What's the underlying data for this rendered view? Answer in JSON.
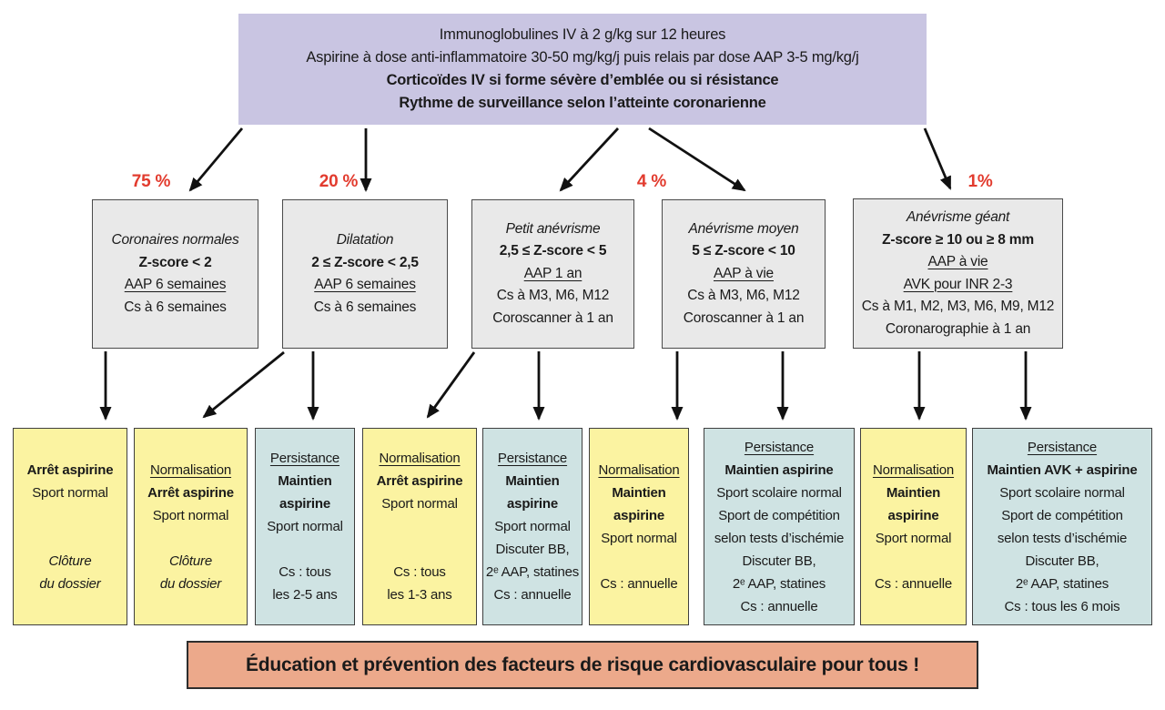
{
  "colors": {
    "purple": "#c9c5e2",
    "gray": "#e9e9e9",
    "yellow": "#fbf3a1",
    "blue": "#cfe3e3",
    "salmon": "#eca98b",
    "red": "#e23b2e",
    "arrow": "#111111"
  },
  "treatment_box": {
    "lines": [
      {
        "text": "Immunoglobulines IV à 2 g/kg sur 12 heures",
        "style": "normal"
      },
      {
        "text": "Aspirine à dose anti-inflammatoire 30-50 mg/kg/j puis relais par dose AAP 3-5 mg/kg/j",
        "style": "normal"
      },
      {
        "text": "Corticoïdes IV si forme sévère d’emblée ou si résistance",
        "style": "bold"
      },
      {
        "text": "Rythme de surveillance selon l’atteinte coronarienne",
        "style": "bold"
      }
    ]
  },
  "branch_percentages": [
    {
      "label": "75 %"
    },
    {
      "label": "20 %"
    },
    {
      "label": "4 %"
    },
    {
      "label": "1%"
    }
  ],
  "severity_boxes": [
    {
      "lines": [
        {
          "text": "Coronaires normales",
          "style": "italic"
        },
        {
          "text": "Z-score < 2",
          "style": "bold"
        },
        {
          "text": "AAP 6 semaines",
          "style": "underline"
        },
        {
          "text": "Cs à 6 semaines",
          "style": "normal"
        }
      ]
    },
    {
      "lines": [
        {
          "text": "Dilatation",
          "style": "italic"
        },
        {
          "text": "2 ≤ Z-score < 2,5",
          "style": "bold"
        },
        {
          "text": "AAP 6 semaines",
          "style": "underline"
        },
        {
          "text": "Cs à 6 semaines",
          "style": "normal"
        }
      ]
    },
    {
      "lines": [
        {
          "text": "Petit anévrisme",
          "style": "italic"
        },
        {
          "text": "2,5 ≤ Z-score < 5",
          "style": "bold"
        },
        {
          "text": "AAP 1 an",
          "style": "underline"
        },
        {
          "text": "Cs à M3, M6, M12",
          "style": "normal"
        },
        {
          "text": "Coroscanner à 1 an",
          "style": "normal"
        }
      ]
    },
    {
      "lines": [
        {
          "text": "Anévrisme moyen",
          "style": "italic"
        },
        {
          "text": "5 ≤ Z-score < 10",
          "style": "bold"
        },
        {
          "text": "AAP à vie",
          "style": "underline"
        },
        {
          "text": "Cs à M3, M6, M12",
          "style": "normal"
        },
        {
          "text": "Coroscanner à 1 an",
          "style": "normal"
        }
      ]
    },
    {
      "lines": [
        {
          "text": "Anévrisme géant",
          "style": "italic"
        },
        {
          "text": "Z-score ≥ 10 ou ≥ 8 mm",
          "style": "bold"
        },
        {
          "text": "AAP à vie",
          "style": "underline"
        },
        {
          "text": "AVK pour INR 2-3",
          "style": "underline"
        },
        {
          "text": "Cs à M1, M2, M3, M6, M9, M12",
          "style": "normal"
        },
        {
          "text": "Coronarographie à 1 an",
          "style": "normal"
        }
      ]
    }
  ],
  "outcome_boxes": [
    {
      "color": "yellow",
      "lines": [
        {
          "text": "Arrêt aspirine",
          "style": "bold"
        },
        {
          "text": "Sport normal",
          "style": "normal"
        },
        {
          "text": "",
          "style": "spacer"
        },
        {
          "text": "",
          "style": "spacer"
        },
        {
          "text": "Clôture",
          "style": "italic"
        },
        {
          "text": "du dossier",
          "style": "italic"
        }
      ]
    },
    {
      "color": "yellow",
      "lines": [
        {
          "text": "Normalisation",
          "style": "underline"
        },
        {
          "text": "Arrêt aspirine",
          "style": "bold"
        },
        {
          "text": "Sport normal",
          "style": "normal"
        },
        {
          "text": "",
          "style": "spacer"
        },
        {
          "text": "Clôture",
          "style": "italic"
        },
        {
          "text": "du dossier",
          "style": "italic"
        }
      ]
    },
    {
      "color": "blue",
      "lines": [
        {
          "text": "Persistance",
          "style": "underline"
        },
        {
          "text": "Maintien",
          "style": "bold"
        },
        {
          "text": "aspirine",
          "style": "bold"
        },
        {
          "text": "Sport normal",
          "style": "normal"
        },
        {
          "text": "",
          "style": "spacer"
        },
        {
          "text": "Cs : tous",
          "style": "normal"
        },
        {
          "text": "les 2-5 ans",
          "style": "normal"
        }
      ]
    },
    {
      "color": "yellow",
      "lines": [
        {
          "text": "Normalisation",
          "style": "underline"
        },
        {
          "text": "Arrêt aspirine",
          "style": "bold"
        },
        {
          "text": "Sport normal",
          "style": "normal"
        },
        {
          "text": "",
          "style": "spacer"
        },
        {
          "text": "",
          "style": "spacer"
        },
        {
          "text": "Cs : tous",
          "style": "normal"
        },
        {
          "text": "les 1-3 ans",
          "style": "normal"
        }
      ]
    },
    {
      "color": "blue",
      "lines": [
        {
          "text": "Persistance",
          "style": "underline"
        },
        {
          "text": "Maintien",
          "style": "bold"
        },
        {
          "text": "aspirine",
          "style": "bold"
        },
        {
          "text": "Sport normal",
          "style": "normal"
        },
        {
          "text": "Discuter BB,",
          "style": "normal"
        },
        {
          "text": "2ᵉ AAP, statines",
          "style": "normal"
        },
        {
          "text": "Cs : annuelle",
          "style": "normal"
        }
      ]
    },
    {
      "color": "yellow",
      "lines": [
        {
          "text": "Normalisation",
          "style": "underline"
        },
        {
          "text": "Maintien",
          "style": "bold"
        },
        {
          "text": "aspirine",
          "style": "bold"
        },
        {
          "text": "Sport normal",
          "style": "normal"
        },
        {
          "text": "",
          "style": "spacer"
        },
        {
          "text": "Cs : annuelle",
          "style": "normal"
        }
      ]
    },
    {
      "color": "blue",
      "lines": [
        {
          "text": "Persistance",
          "style": "underline"
        },
        {
          "text": "Maintien aspirine",
          "style": "bold"
        },
        {
          "text": "Sport scolaire normal",
          "style": "normal"
        },
        {
          "text": "Sport de compétition",
          "style": "normal"
        },
        {
          "text": "selon tests d’ischémie",
          "style": "normal"
        },
        {
          "text": "Discuter BB,",
          "style": "normal"
        },
        {
          "text": "2ᵉ AAP, statines",
          "style": "normal"
        },
        {
          "text": "Cs : annuelle",
          "style": "normal"
        }
      ]
    },
    {
      "color": "yellow",
      "lines": [
        {
          "text": "Normalisation",
          "style": "underline"
        },
        {
          "text": "Maintien",
          "style": "bold"
        },
        {
          "text": "aspirine",
          "style": "bold"
        },
        {
          "text": "Sport normal",
          "style": "normal"
        },
        {
          "text": "",
          "style": "spacer"
        },
        {
          "text": "Cs : annuelle",
          "style": "normal"
        }
      ]
    },
    {
      "color": "blue",
      "lines": [
        {
          "text": "Persistance",
          "style": "underline"
        },
        {
          "text": "Maintien AVK + aspirine",
          "style": "bold"
        },
        {
          "text": "Sport scolaire normal",
          "style": "normal"
        },
        {
          "text": "Sport de compétition",
          "style": "normal"
        },
        {
          "text": "selon tests d’ischémie",
          "style": "normal"
        },
        {
          "text": "Discuter BB,",
          "style": "normal"
        },
        {
          "text": "2ᵉ AAP, statines",
          "style": "normal"
        },
        {
          "text": "Cs : tous les 6 mois",
          "style": "normal"
        }
      ]
    }
  ],
  "footer_box": {
    "text": "Éducation et prévention des facteurs de risque cardiovasculaire pour tous !"
  }
}
